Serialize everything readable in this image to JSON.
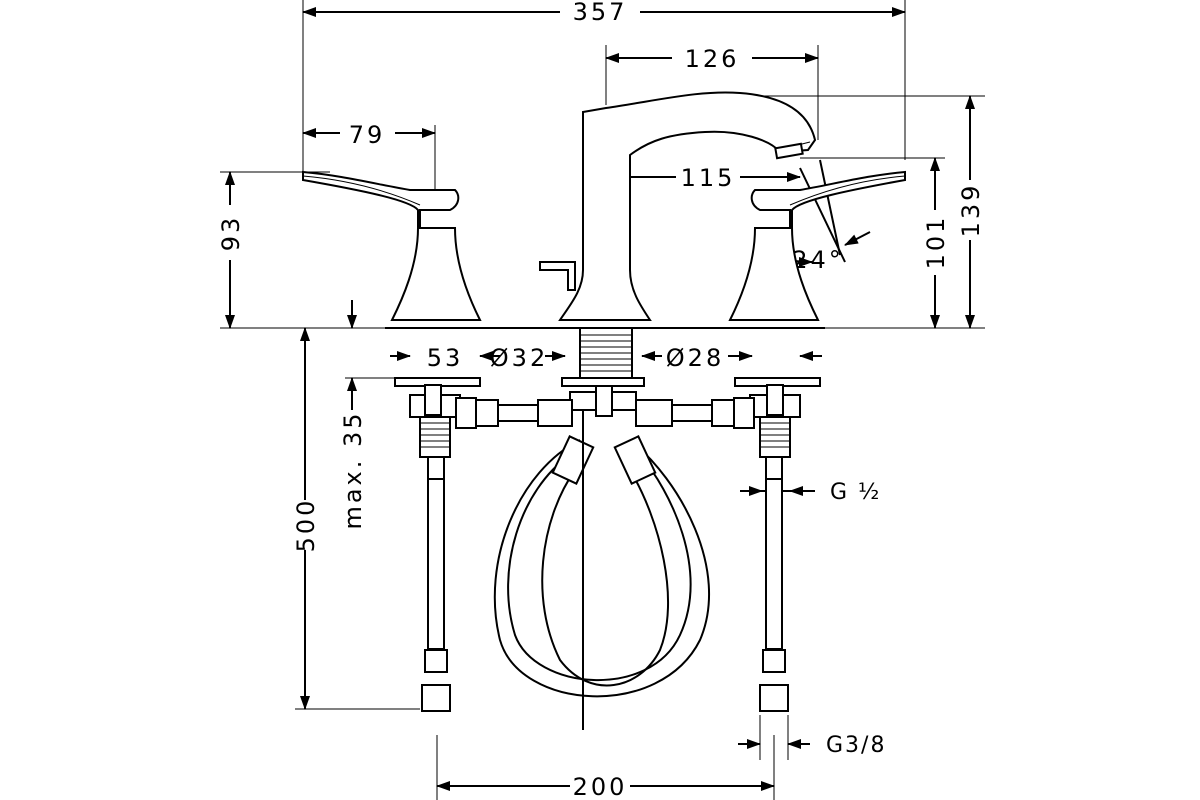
{
  "dimensions": {
    "overall_width": "357",
    "spout_reach": "126",
    "spout_inner": "115",
    "handle_length": "79",
    "handle_height": "93",
    "spout_height_101": "101",
    "spout_height_139": "139",
    "handle_base_dia": "53",
    "spout_base_dia": "Ø32",
    "valve_dia": "Ø28",
    "angle": "24°",
    "max_deck": "max. 35",
    "hose_length": "500",
    "center_spacing": "200"
  },
  "threads": {
    "inlet": "G ½",
    "outlet": "G3/8"
  }
}
